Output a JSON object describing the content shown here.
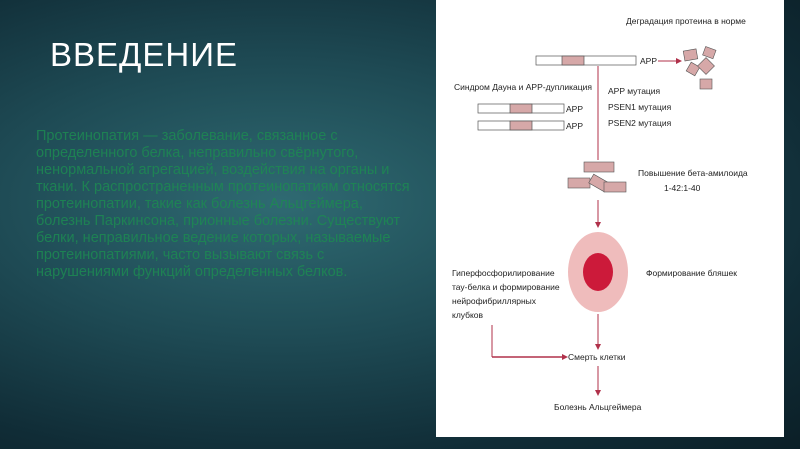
{
  "slide": {
    "title": "ВВЕДЕНИЕ",
    "body": "Протеинопатия — заболевание, связанное с определенного белка, неправильно свёрнутого, ненормальной агрегацией, воздействия на органы и ткани. К распространенным протеинопатиям относятся протеинопатии, такие как болезнь Альцгеймера, болезнь Паркинсона, прионные болезни. Существуют белки, неправильное ведение которых, называемые протеинопатиями, часто вызывают связь с нарушениями функций определенных белков."
  },
  "diagram": {
    "labels": {
      "normal_degradation": "Деградация протеина в норме",
      "app": "APP",
      "down_syndrome": "Синдром Дауна и APP-дупликация",
      "app_mutation": "APP мутация",
      "psen1": "PSEN1 мутация",
      "psen2": "PSEN2 мутация",
      "beta_amyloid_1": "Повышение бета-амилоида",
      "beta_amyloid_2": "1-42:1-40",
      "plaque": "Формирование бляшек",
      "tau_1": "Гиперфосфорилирование",
      "tau_2": "тау-белка и формирование",
      "tau_3": "нейрофибриллярных",
      "tau_4": "клубков",
      "cell_death": "Смерть клетки",
      "alzheimer": "Болезнь Альцгеймера"
    },
    "colors": {
      "accent": "#b0314a",
      "fragment": "#d6a8a8",
      "plaque_outer": "#efbcbc",
      "plaque_inner": "#cc1a3a"
    }
  }
}
